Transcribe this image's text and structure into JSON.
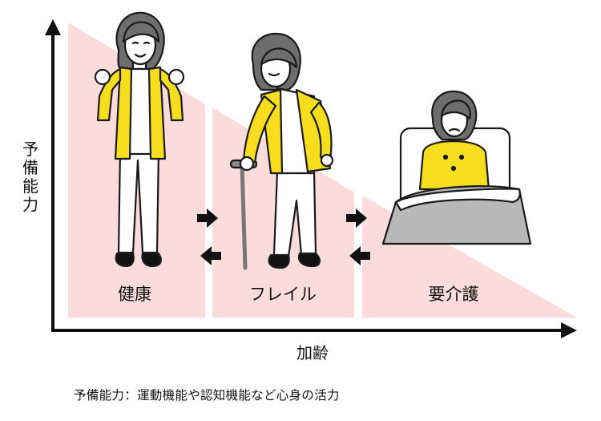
{
  "axes": {
    "y_label_chars": [
      "予",
      "備",
      "能",
      "力"
    ],
    "x_label": "加齢"
  },
  "stages": [
    {
      "label": "健康"
    },
    {
      "label": "フレイル"
    },
    {
      "label": "要介護"
    }
  ],
  "footnote": "予備能力：運動機能や認知機能など心身の活力",
  "colors": {
    "band": "#fbdcdb",
    "yellow": "#f6de1f",
    "hair": "#6e6e6e",
    "skin": "#ffffff",
    "outline": "#1a1a1a",
    "blanket": "#b8b8b8"
  }
}
